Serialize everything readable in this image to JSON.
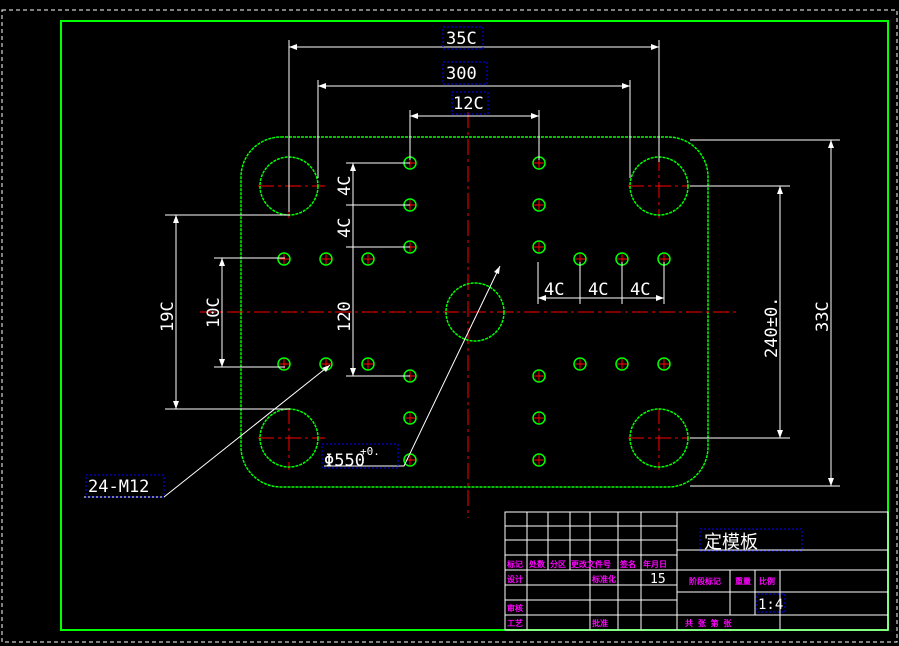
{
  "colors": {
    "background": "#000000",
    "frame": "#00ff00",
    "outline": "#ffffff",
    "part": "#00ff00",
    "center_line": "#ff0000",
    "hole": "#00ff00",
    "dimension": "#ffffff",
    "dim_text": "#ffffff",
    "dim_box": "#0000ff",
    "title_label": "#ff00ff",
    "title_main": "#ffffff"
  },
  "dimensions": {
    "top_350": "35C",
    "top_300": "300",
    "top_120": "12C",
    "left_190": "19C",
    "left_100": "10C",
    "left_40a": "4C",
    "left_40b": "4C",
    "mid_120": "120",
    "right_40a": "4C",
    "right_40b": "4C",
    "right_40c": "4C",
    "right_240": "240±0.",
    "right_330": "33C",
    "bore": "Φ550",
    "bore_tol": "+0.",
    "thread_note": "24-M12"
  },
  "title_block": {
    "part_name": "定模板",
    "scale": "1:4",
    "field_15": "15",
    "labels": {
      "mark": "标记",
      "count": "处数",
      "zone": "分区",
      "change_doc": "更改文件号",
      "sign": "签名",
      "date": "年月日",
      "design": "设计",
      "standardize": "标准化",
      "stage_mark": "阶段标记",
      "weight": "重量",
      "ratio": "比例",
      "review": "审核",
      "process": "工艺",
      "approve": "批准",
      "sheets": "共 张 第 张"
    }
  }
}
